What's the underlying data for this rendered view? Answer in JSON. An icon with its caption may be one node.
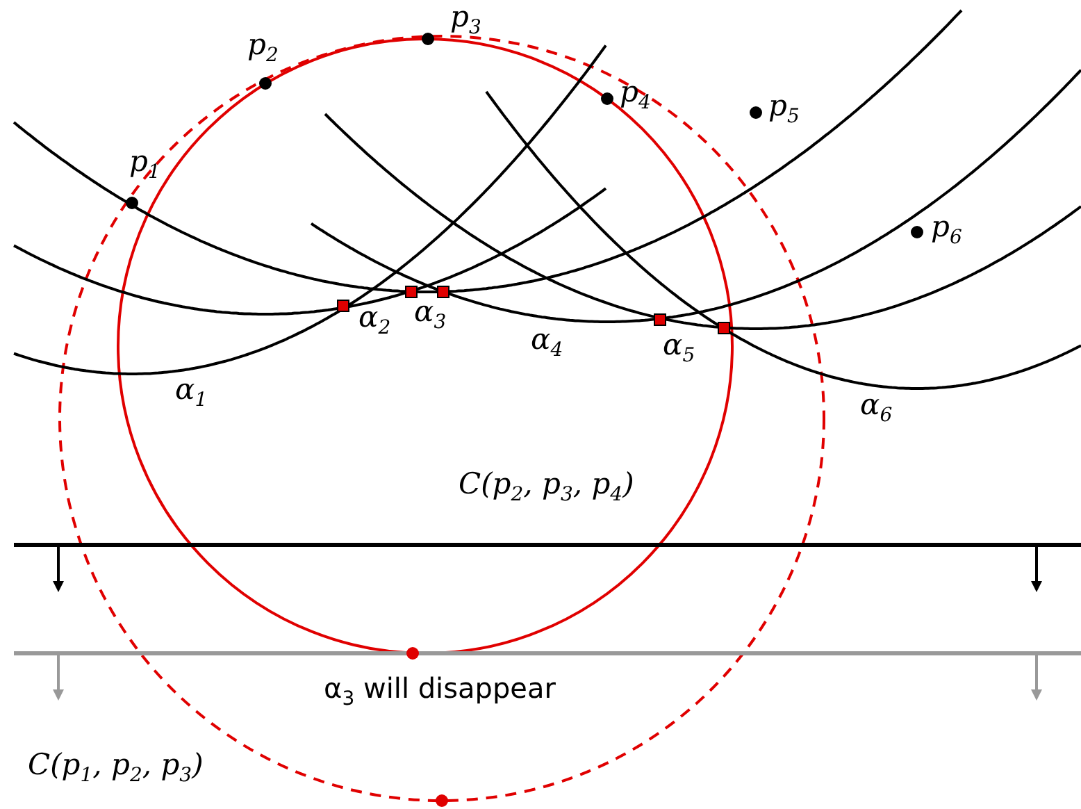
{
  "diagram": {
    "labels": [
      "p$_{1}$",
      "p$_{2}$",
      "p$_{3}$",
      "p$_{4}$",
      "p$_{5}$",
      "p$_{6}$",
      "α$_{1}$",
      "α$_{2}$",
      "α$_{3}$",
      "α$_{4}$",
      "α$_{5}$",
      "α$_{6}$",
      "C(p$_{2}$, p$_{3}$, p$_{4}$)",
      "α$_{3}$ will disappear",
      "C(p$_{1}$, p$_{2}$, p$_{3}$)"
    ]
  }
}
